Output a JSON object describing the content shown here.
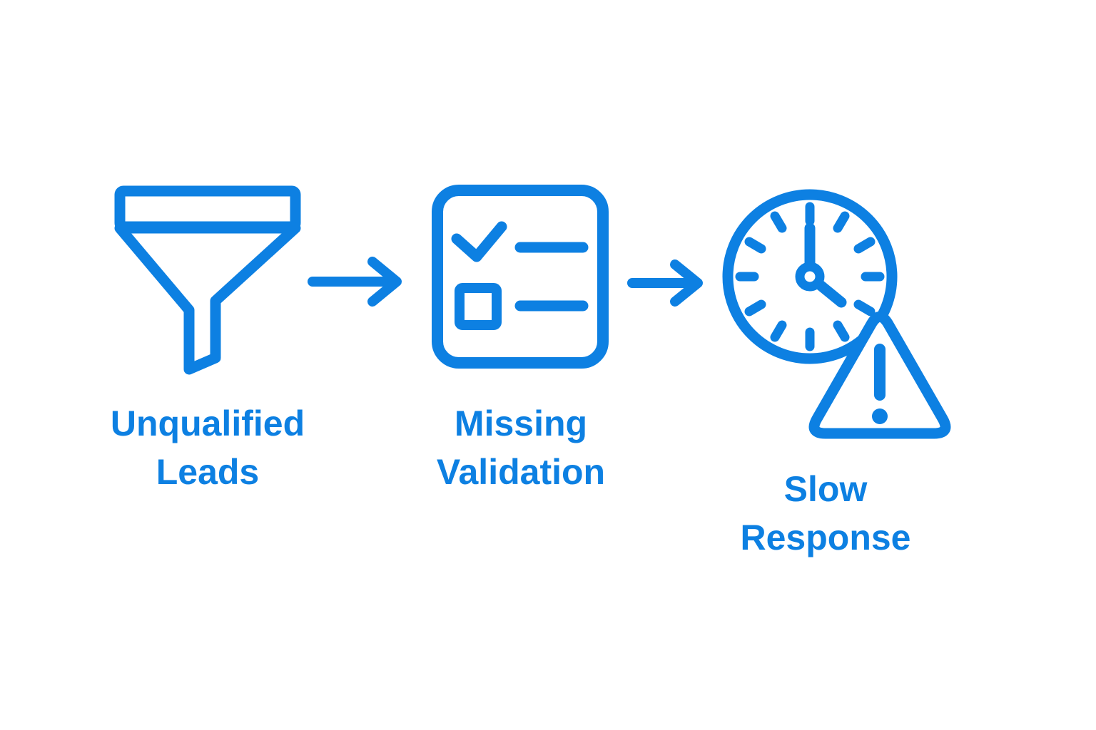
{
  "colors": {
    "accent": "#0d80e2",
    "background": "#ffffff"
  },
  "diagram": {
    "type": "flow",
    "direction": "left-to-right",
    "steps": [
      {
        "id": "unqualified-leads",
        "icon": "funnel-icon",
        "label": "Unqualified\nLeads"
      },
      {
        "id": "missing-validation",
        "icon": "checklist-icon",
        "label": "Missing\nValidation"
      },
      {
        "id": "slow-response",
        "icon": "clock-warning-icon",
        "label": "Slow\nResponse"
      }
    ],
    "connectors": [
      {
        "from": "unqualified-leads",
        "to": "missing-validation",
        "icon": "arrow-right-icon"
      },
      {
        "from": "missing-validation",
        "to": "slow-response",
        "icon": "arrow-right-icon"
      }
    ]
  }
}
